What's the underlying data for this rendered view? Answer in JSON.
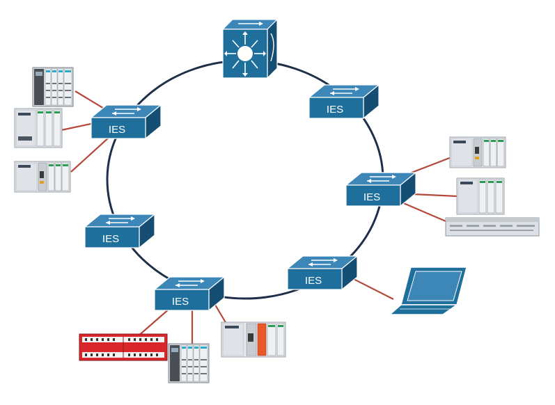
{
  "diagram": {
    "switch_label": "IES",
    "ring_color": "#1f2f4a",
    "link_color": "#b5483a",
    "device_color": "#1f6f9c",
    "switches": [
      {
        "id": "ies-1",
        "label": "IES"
      },
      {
        "id": "ies-2",
        "label": "IES"
      },
      {
        "id": "ies-3",
        "label": "IES"
      },
      {
        "id": "ies-4",
        "label": "IES"
      },
      {
        "id": "ies-5",
        "label": "IES"
      },
      {
        "id": "ies-6",
        "label": "IES"
      }
    ],
    "core_switch_icon": "layer3-switch-icon",
    "laptop_icon": "laptop-icon",
    "plc_icon": "plc-icon",
    "io_module_icon": "io-module-icon",
    "safety_io_icon": "safety-io-icon",
    "drive_panel_icon": "drive-panel-icon"
  }
}
